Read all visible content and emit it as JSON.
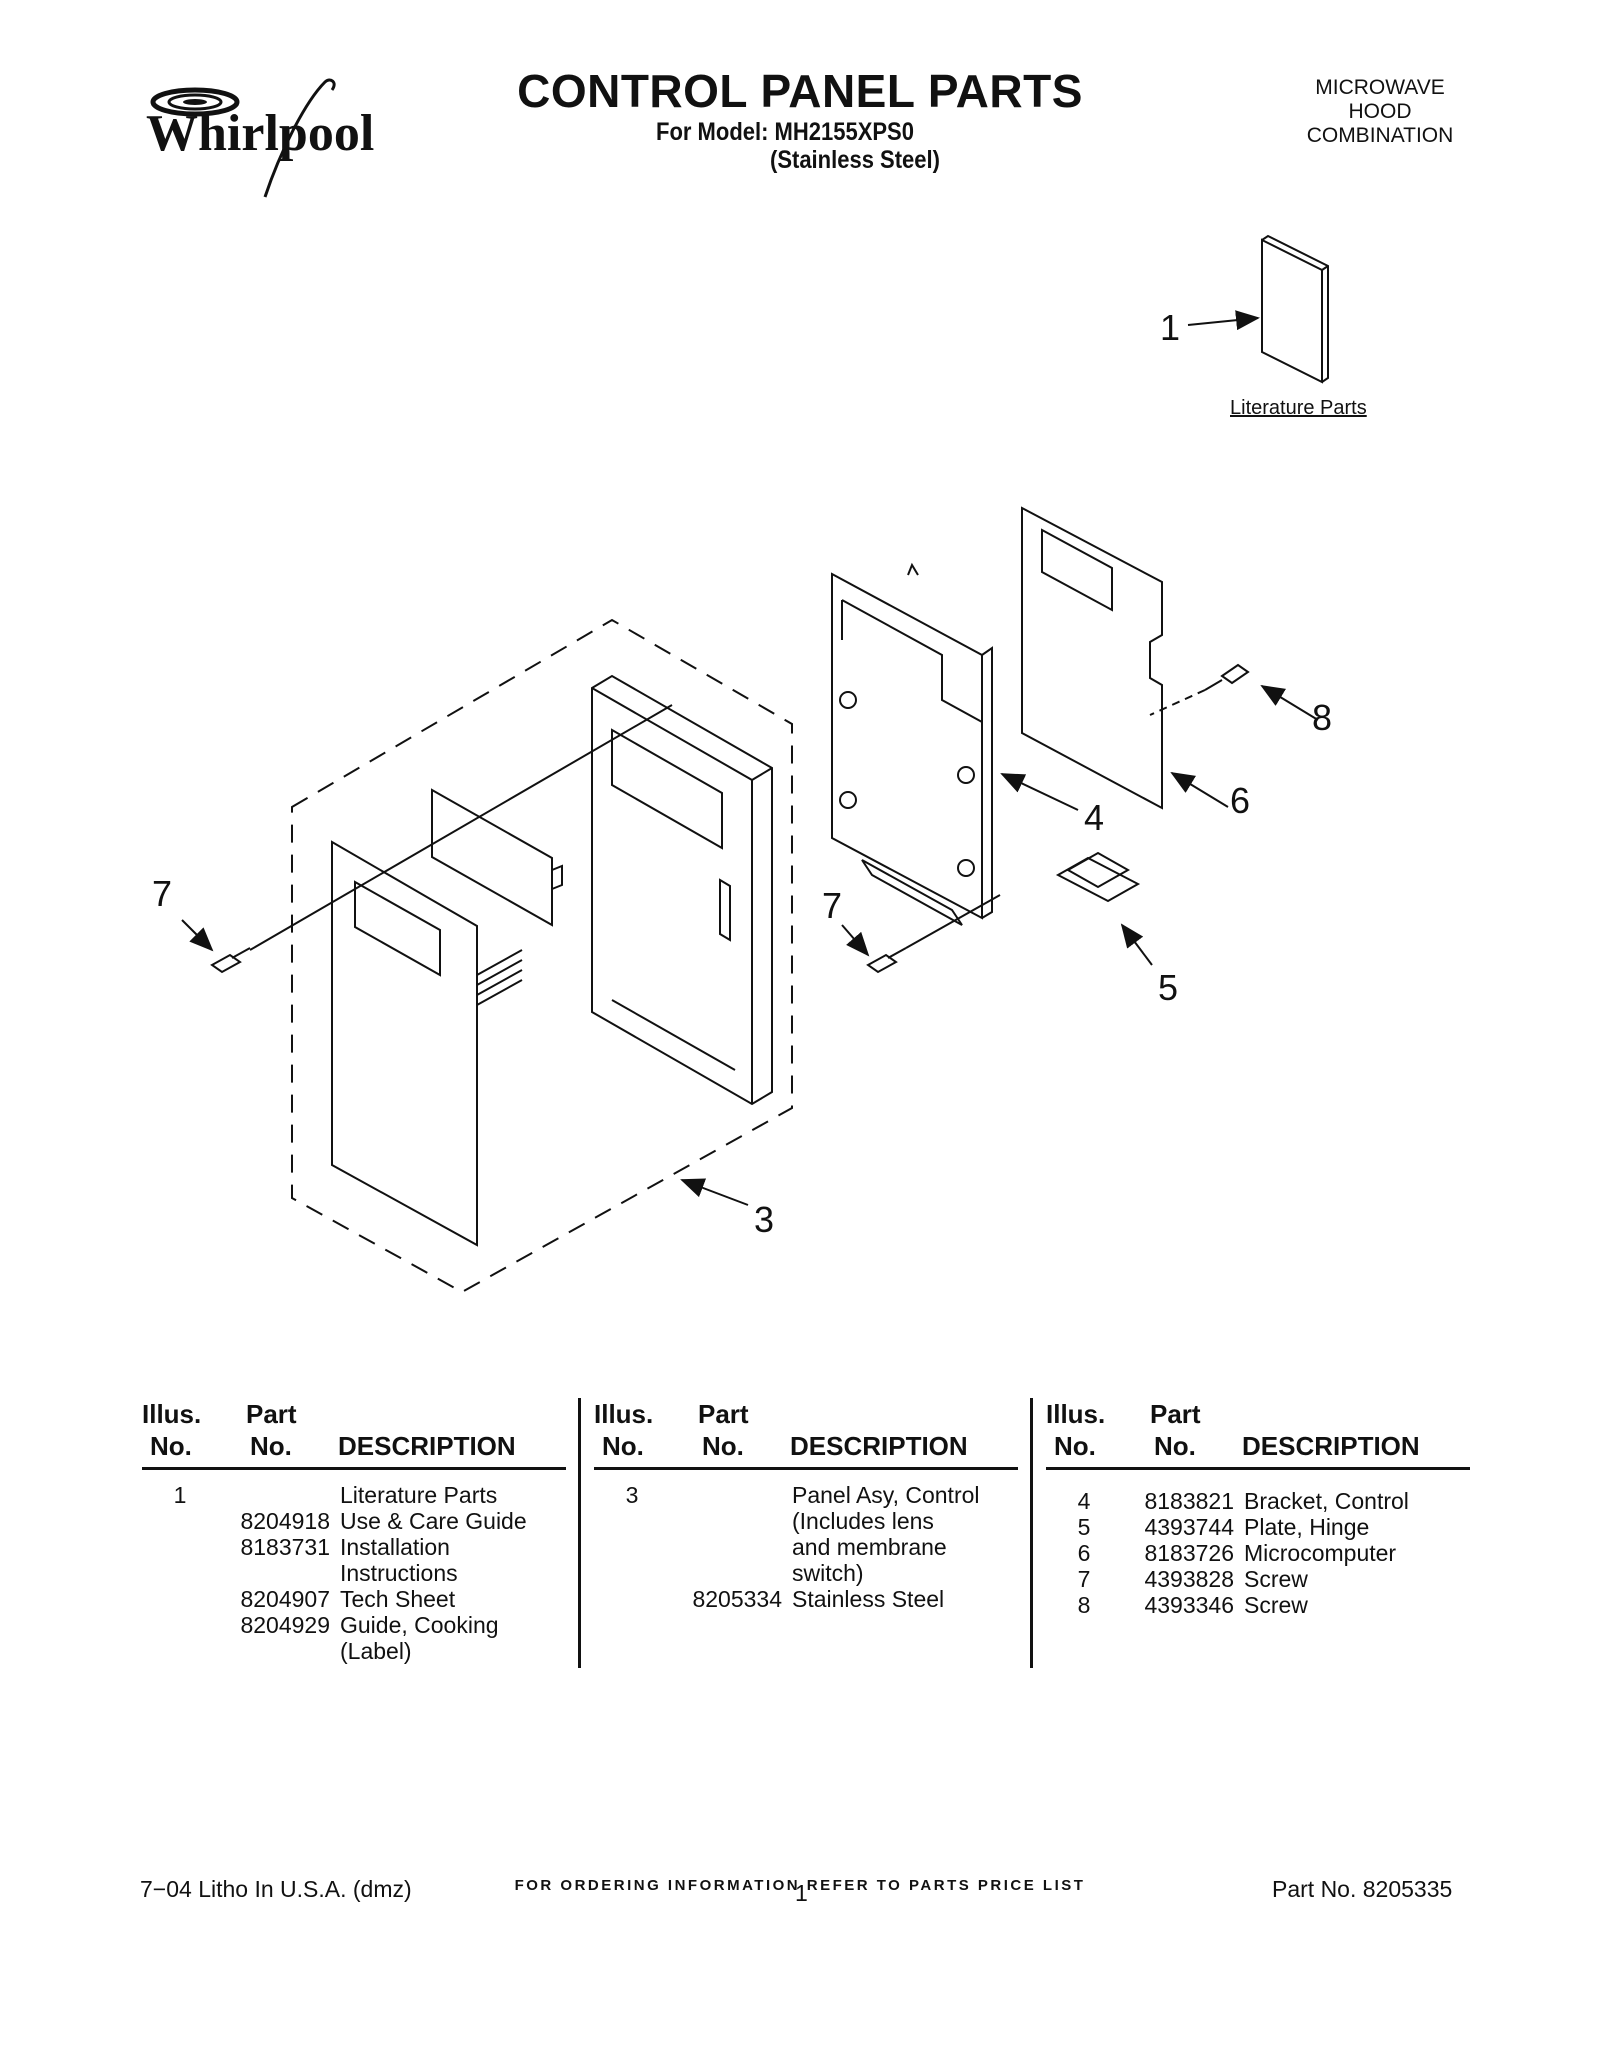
{
  "header": {
    "brand": "Whirlpool",
    "title": "CONTROL PANEL PARTS",
    "model_line": "For Model: MH2155XPS0",
    "model_variant": "(Stainless Steel)",
    "product_type": [
      "MICROWAVE",
      "HOOD",
      "COMBINATION"
    ]
  },
  "diagram": {
    "callouts": [
      "1",
      "3",
      "4",
      "5",
      "6",
      "7",
      "7",
      "8"
    ],
    "literature_label": "Literature Parts"
  },
  "table": {
    "headers": {
      "illus_top": "Illus.",
      "illus_bottom": "No.",
      "part_top": "Part",
      "part_bottom": "No.",
      "description": "DESCRIPTION"
    },
    "columns": [
      [
        {
          "illus": "1",
          "part": "",
          "desc": "Literature Parts"
        },
        {
          "illus": "",
          "part": "8204918",
          "desc": "Use & Care Guide"
        },
        {
          "illus": "",
          "part": "8183731",
          "desc": "Installation"
        },
        {
          "illus": "",
          "part": "",
          "desc": "Instructions"
        },
        {
          "illus": "",
          "part": "8204907",
          "desc": "Tech Sheet"
        },
        {
          "illus": "",
          "part": "8204929",
          "desc": "Guide, Cooking"
        },
        {
          "illus": "",
          "part": "",
          "desc": "(Label)"
        }
      ],
      [
        {
          "illus": "3",
          "part": "",
          "desc": "Panel Asy, Control"
        },
        {
          "illus": "",
          "part": "",
          "desc": "(Includes lens"
        },
        {
          "illus": "",
          "part": "",
          "desc": "and membrane"
        },
        {
          "illus": "",
          "part": "",
          "desc": "switch)"
        },
        {
          "illus": "",
          "part": "8205334",
          "desc": "Stainless Steel"
        }
      ],
      [
        {
          "illus": "4",
          "part": "8183821",
          "desc": "Bracket, Control"
        },
        {
          "illus": "5",
          "part": "4393744",
          "desc": "Plate, Hinge"
        },
        {
          "illus": "6",
          "part": "8183726",
          "desc": "Microcomputer"
        },
        {
          "illus": "7",
          "part": "4393828",
          "desc": "Screw"
        },
        {
          "illus": "8",
          "part": "4393346",
          "desc": "Screw"
        }
      ]
    ]
  },
  "footer": {
    "ordering_note": "FOR ORDERING INFORMATION REFER TO PARTS PRICE LIST",
    "litho": "7−04 Litho In U.S.A. (dmz)",
    "page_number": "1",
    "part_number": "Part No. 8205335"
  }
}
